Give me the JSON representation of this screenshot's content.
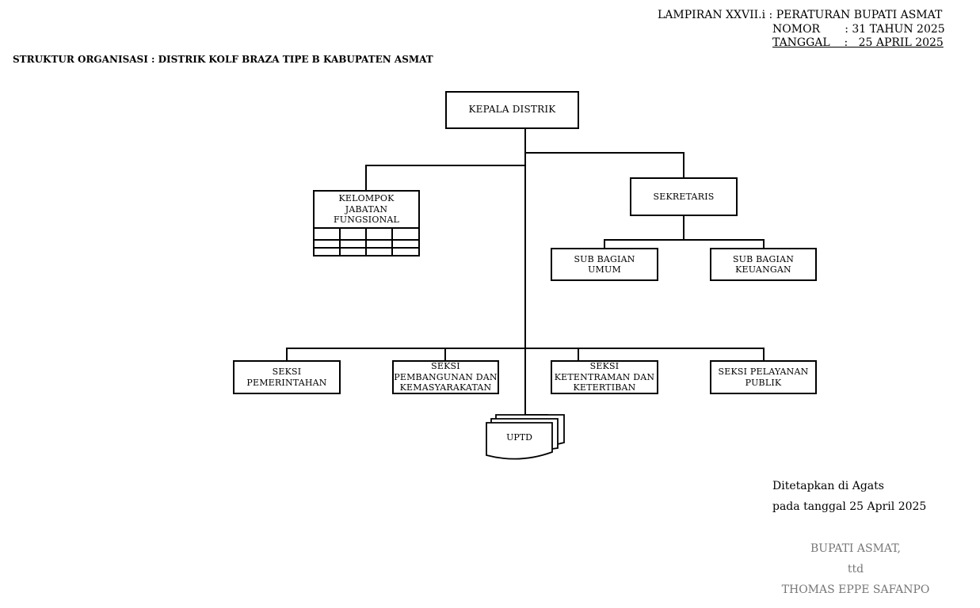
{
  "header": {
    "lampiran": "LAMPIRAN XXVII.i : PERATURAN BUPATI ASMAT",
    "nomor": "NOMOR       : 31 TAHUN 2025",
    "tanggal": "TANGGAL    :   25 APRIL 2025"
  },
  "title": "STRUKTUR ORGANISASI : DISTRIK KOLF BRAZA TIPE B KABUPATEN ASMAT",
  "org": {
    "kepala": "KEPALA DISTRIK",
    "kelompok": [
      "KELOMPOK",
      "JABATAN",
      "FUNGSIONAL"
    ],
    "sekretaris": "SEKRETARIS",
    "sub_umum": [
      "SUB BAGIAN",
      "UMUM"
    ],
    "sub_keuangan": [
      "SUB BAGIAN",
      "KEUANGAN"
    ],
    "seksi_pemerintahan": [
      "SEKSI",
      "PEMERINTAHAN"
    ],
    "seksi_pembangunan": [
      "SEKSI",
      "PEMBANGUNAN DAN",
      "KEMASYARAKATAN"
    ],
    "seksi_ketentraman": [
      "SEKSI",
      "KETENTRAMAN DAN",
      "KETERTIBAN"
    ],
    "seksi_pelayanan": [
      "SEKSI PELAYANAN",
      "PUBLIK"
    ],
    "uptd": "UPTD"
  },
  "signature": {
    "place": "Ditetapkan di Agats",
    "date": "pada tanggal 25 April 2025",
    "role": "BUPATI ASMAT,",
    "ttd": "ttd",
    "name": "THOMAS EPPE SAFANPO"
  }
}
